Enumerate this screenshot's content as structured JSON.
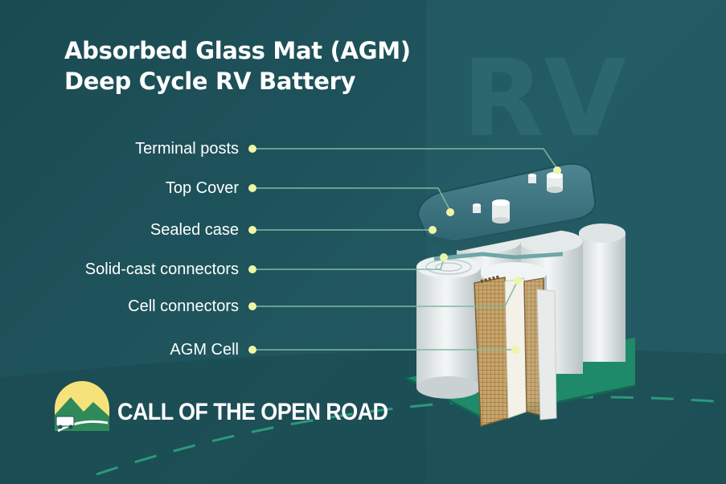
{
  "header": {
    "title_line1": "Absorbed Glass Mat (AGM)",
    "title_line2": "Deep Cycle RV Battery"
  },
  "watermark": "RV",
  "labels": [
    {
      "key": "terminal-posts",
      "text": "Terminal posts"
    },
    {
      "key": "top-cover",
      "text": "Top Cover"
    },
    {
      "key": "sealed-case",
      "text": "Sealed case"
    },
    {
      "key": "solid-cast-connectors",
      "text": "Solid-cast connectors"
    },
    {
      "key": "cell-connectors",
      "text": "Cell connectors"
    },
    {
      "key": "agm-cell",
      "text": "AGM Cell"
    }
  ],
  "brand": {
    "name": "CALL OF THE OPEN ROAD",
    "logo_icon": "mountain-road-rv-icon"
  },
  "colors": {
    "background": "#1d5058",
    "leader_line": "#7fb9a2",
    "marker_dot": "#eef5a8",
    "cell_white": "#e9eeee",
    "plate_gold": "#b99860",
    "base_green": "#1f8a6a"
  }
}
